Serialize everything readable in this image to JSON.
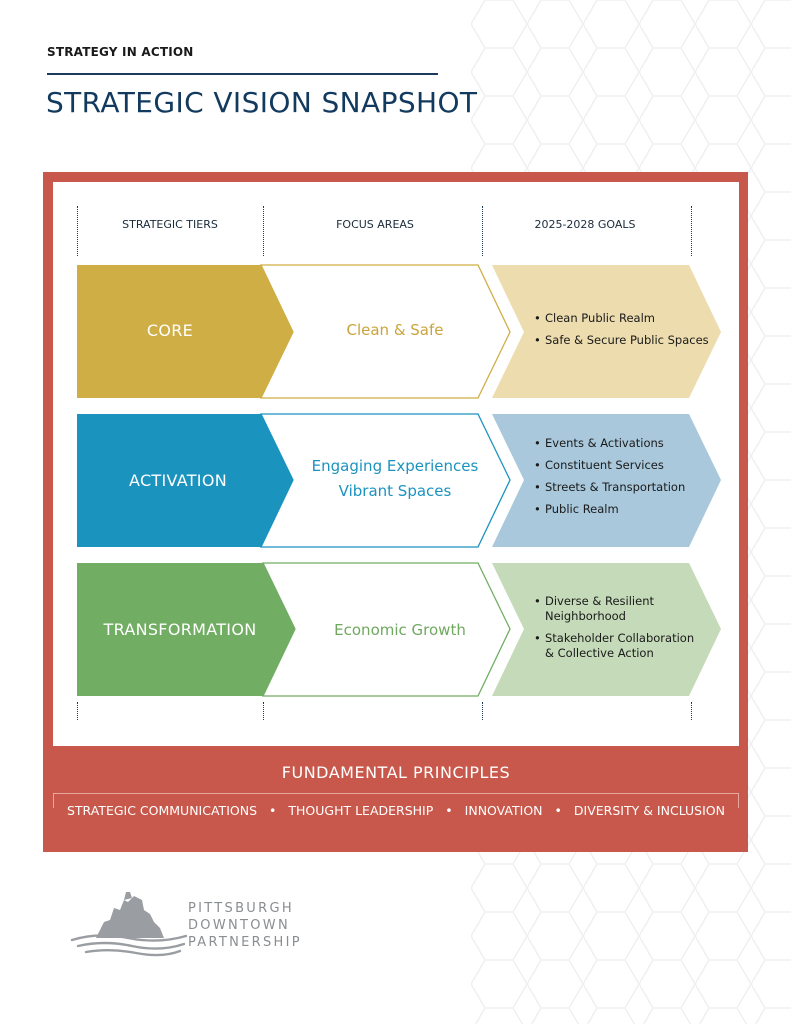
{
  "header": {
    "eyebrow": "STRATEGY IN ACTION",
    "title": "STRATEGIC VISION SNAPSHOT"
  },
  "columns": [
    "STRATEGIC TIERS",
    "FOCUS AREAS",
    "2025-2028 GOALS"
  ],
  "tiers": [
    {
      "name": "CORE",
      "focus": [
        "Clean & Safe"
      ],
      "goals": [
        "Clean Public Realm",
        "Safe & Secure Public Spaces"
      ],
      "colors": {
        "primary": "#cfae45",
        "light": "#ecdcae",
        "text": "#c9a43c"
      }
    },
    {
      "name": "ACTIVATION",
      "focus": [
        "Engaging Experiences",
        "Vibrant Spaces"
      ],
      "goals": [
        "Events & Activations",
        "Constituent Services",
        "Streets & Transportation",
        "Public Realm"
      ],
      "colors": {
        "primary": "#1b93bf",
        "light": "#a9c8dc",
        "text": "#1b93bf"
      }
    },
    {
      "name": "TRANSFORMATION",
      "focus": [
        "Economic Growth"
      ],
      "goals": [
        "Diverse & Resilient Neighborhood",
        "Stakeholder Collaboration & Collective Action"
      ],
      "colors": {
        "primary": "#71ad63",
        "light": "#c4dab8",
        "text": "#6fa85f"
      }
    }
  ],
  "fundamentals": {
    "title": "FUNDAMENTAL PRINCIPLES",
    "items": [
      "STRATEGIC COMMUNICATIONS",
      "THOUGHT LEADERSHIP",
      "INNOVATION",
      "DIVERSITY & INCLUSION"
    ],
    "colors": {
      "frame": "#c8584b"
    }
  },
  "logo": {
    "lines": [
      "PITTSBURGH",
      "DOWNTOWN",
      "PARTNERSHIP"
    ]
  },
  "colors": {
    "navy": "#123a5e",
    "grey": "#8a8d91"
  }
}
